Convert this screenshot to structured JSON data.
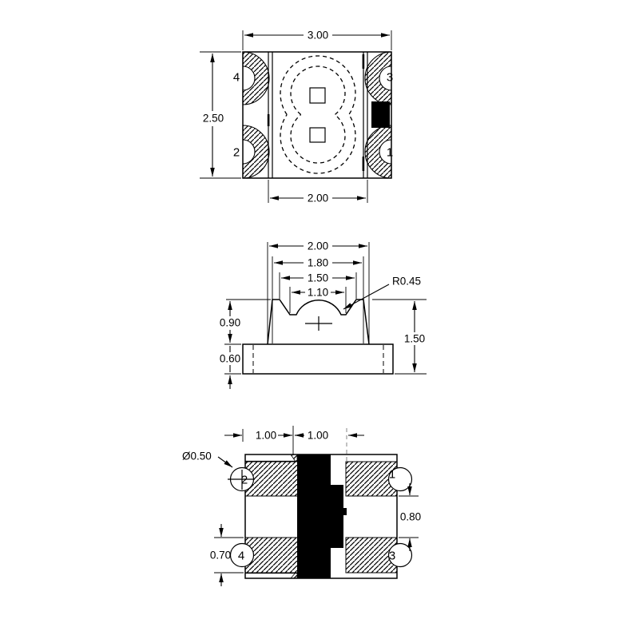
{
  "top_view": {
    "width": "3.00",
    "height": "2.50",
    "inner_width": "2.00",
    "pads": {
      "p1": "1",
      "p2": "2",
      "p3": "3",
      "p4": "4"
    }
  },
  "side_view": {
    "top_width": "2.00",
    "body_width": "1.80",
    "cup_top": "1.50",
    "cup_bottom": "1.10",
    "lens_radius": "R0.45",
    "body_height": "0.90",
    "base_height": "0.60",
    "total_height": "1.50"
  },
  "bottom_view": {
    "pitch_left": "1.00",
    "pitch_right": "1.00",
    "notch_diameter": "Ø0.50",
    "pad_gap": "0.80",
    "pad_width": "0.70",
    "pads": {
      "p1": "1",
      "p2": "2",
      "p3": "3",
      "p4": "4"
    }
  },
  "colors": {
    "line": "#000000",
    "mark_fill": "#000000",
    "reference_dashed": "#9a9a9a",
    "background": "#ffffff"
  }
}
